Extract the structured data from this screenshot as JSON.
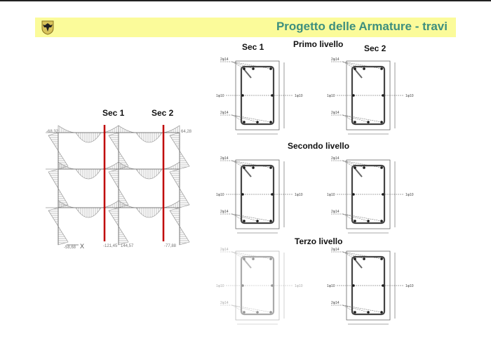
{
  "slide": {
    "title": "Progetto delle Armature  - travi",
    "logo": "coat-of-arms-eagle"
  },
  "frame": {
    "sec1_label": "Sec 1",
    "sec2_label": "Sec 2",
    "axis_label": "X",
    "values": [
      "-68,32",
      "64,28",
      "-58,68",
      "-121,45",
      "144,57",
      "-77,88"
    ]
  },
  "sections": {
    "col1_header": "Sec 1",
    "col2_header": "Sec 2",
    "levels": [
      "Primo livello",
      "Secondo livello",
      "Terzo livello"
    ],
    "bar_top": "2φ14",
    "bar_mid": "1φ10",
    "bar_bot": "2φ14"
  },
  "colors": {
    "banner": "#fbfb9a",
    "title": "#3d8f7e",
    "cut_line": "#c00000"
  }
}
